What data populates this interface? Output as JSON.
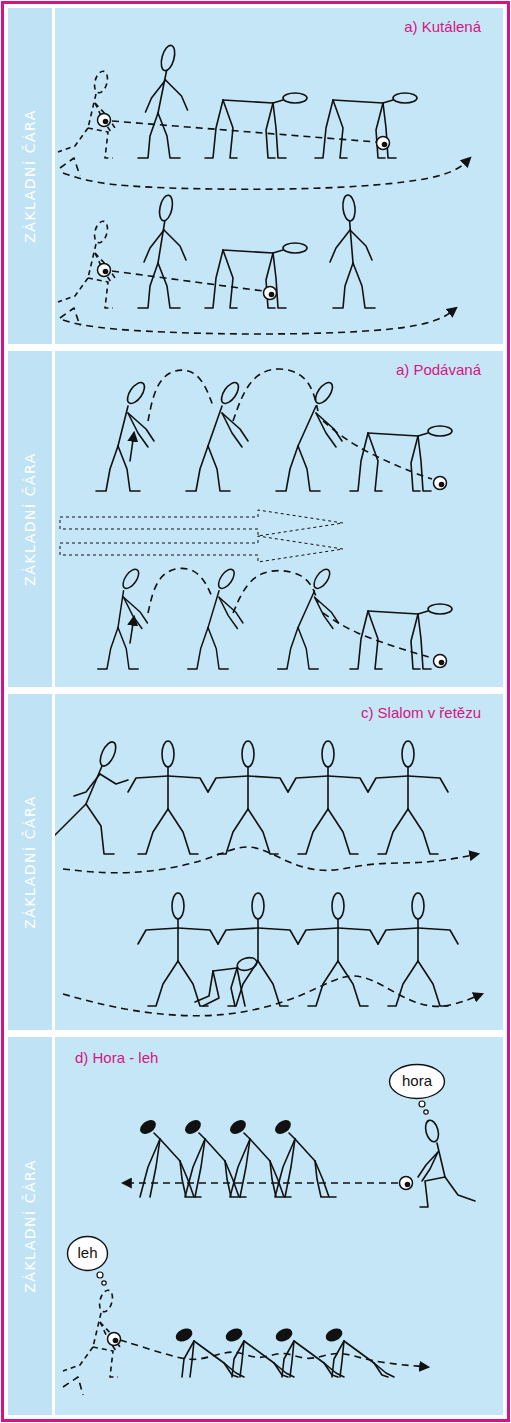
{
  "diagram": {
    "nodes": [
      {
        "text": [
          "a) Kutálená"
        ]
      },
      {
        "text": [
          "ZÁKLADNÍ ČÁRA"
        ],
        "in": 0
      },
      {
        "text": [
          "a) Podávaná"
        ]
      },
      {
        "text": [
          "ZÁKLADNÍ ČÁRA"
        ],
        "in": 2
      },
      {
        "text": [
          "c) Slalom v řetězu"
        ]
      },
      {
        "text": [
          "ZÁKLADNÍ ČÁRA"
        ],
        "in": 4
      },
      {
        "text": [
          "d) Hora - leh"
        ]
      },
      {
        "text": [
          "ZÁKLADNÍ ČÁRA"
        ],
        "in": 6
      },
      {
        "text": [
          "hora"
        ],
        "in": 6
      },
      {
        "text": [
          "leh"
        ],
        "in": 6
      }
    ]
  }
}
